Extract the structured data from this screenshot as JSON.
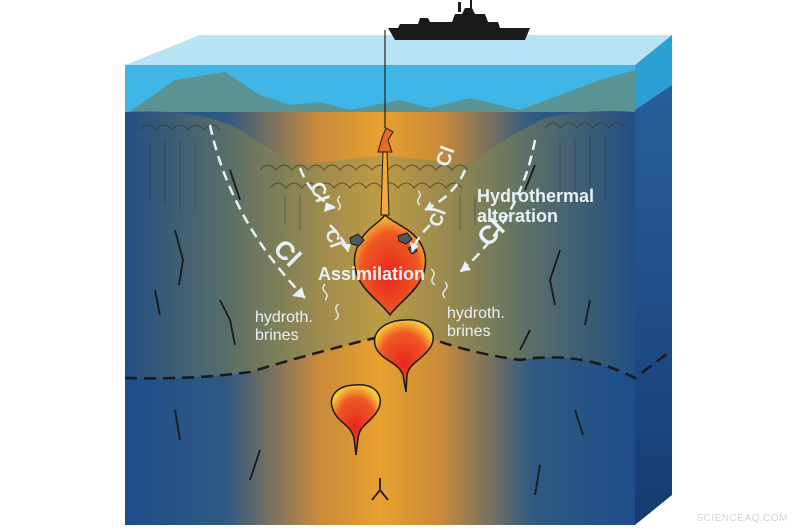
{
  "labels": {
    "hydrothermal_line1": "Hydrothermal",
    "hydrothermal_line2": "alteration",
    "assimilation": "Assimilation",
    "brines_left_line1": "hydroth.",
    "brines_left_line2": "brines",
    "brines_right_line1": "hydroth.",
    "brines_right_line2": "brines",
    "cl": "Cl"
  },
  "watermark": "SCIENCEAQ.COM",
  "colors": {
    "sea": "#3fb6e6",
    "crust_dark": "#1d4a86",
    "magma_glow": "#e8a030",
    "magma_core": "#e8261e",
    "magma_edge": "#f6d23a",
    "label": "#e8f1f7",
    "ship": "#1a1a1a"
  }
}
